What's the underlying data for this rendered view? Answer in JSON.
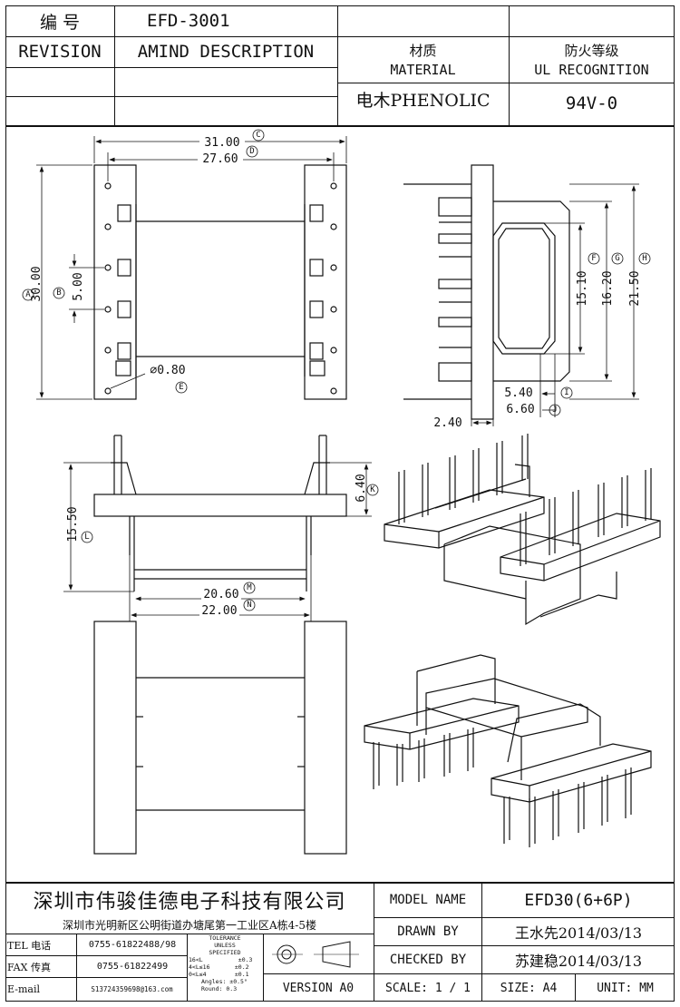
{
  "header": {
    "code_label": "编    号",
    "code_value": "EFD-3001",
    "revision_label": "REVISION",
    "amend_label": "AMIND DESCRIPTION",
    "material_cn": "材质",
    "material_en": "MATERIAL",
    "material_value": "电木PHENOLIC",
    "ul_cn": "防火等级",
    "ul_en": "UL RECOGNITION",
    "ul_value": "94V-0"
  },
  "dimensions": {
    "top_width_a": "31.00",
    "top_width_b": "27.60",
    "height_a": "30.00",
    "pitch": "5.00",
    "hole": "∅0.80",
    "side_15_10": "15.10",
    "side_16_20": "16.20",
    "side_21_50": "21.50",
    "side_5_40": "5.40",
    "side_6_60": "6.60",
    "side_2_40": "2.40",
    "front_6_40": "6.40",
    "front_15_50": "15.50",
    "front_20_60": "20.60",
    "front_22_00": "22.00",
    "tags": {
      "A": "A",
      "B": "B",
      "C": "C",
      "D": "D",
      "E": "E",
      "F": "F",
      "G": "G",
      "H": "H",
      "I": "I",
      "J": "J",
      "K": "K",
      "L": "L",
      "M": "M",
      "N": "N"
    }
  },
  "footer": {
    "company": "深圳市伟骏佳德电子科技有限公司",
    "address": "深圳市光明新区公明街道办塘尾第一工业区A栋4-5楼",
    "tel_label": "TEL 电话",
    "tel_value": "0755-61822488/98",
    "fax_label": "FAX 传真",
    "fax_value": "0755-61822499",
    "email_label": "E-mail",
    "email_value": "S13724359698@163.com",
    "tolerance_title": "TOLERANCE\nUNLESS\nSPECIFIED",
    "tol_lines": [
      "16<L          ±0.3",
      "4<L≤16       ±0.2",
      "0<L≤4        ±0.1",
      "Angles: ±0.5°",
      "Round: 0.3"
    ],
    "version": "VERSION A0",
    "model_label": "MODEL NAME",
    "model_value": "EFD30(6+6P)",
    "drawn_label": "DRAWN BY",
    "drawn_value": "王水先2014/03/13",
    "checked_label": "CHECKED BY",
    "checked_value": "苏建稳2014/03/13",
    "scale": "SCALE: 1 / 1",
    "size": "SIZE: A4",
    "unit": "UNIT: MM"
  }
}
